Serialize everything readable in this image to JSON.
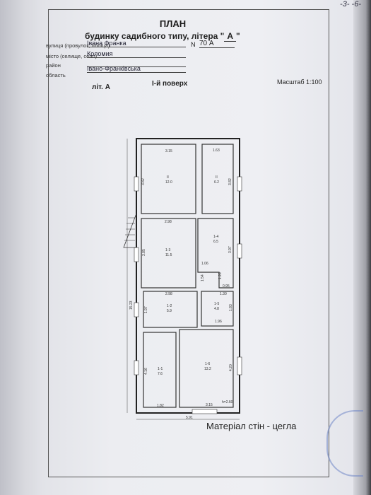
{
  "page_number": "-3- -6-",
  "title": "ПЛАН",
  "subtitle_prefix": "будинку садибного типу, літера \"",
  "subtitle_letter": "А",
  "subtitle_suffix": "\"",
  "address": {
    "street_label": "вулиця (провулок, площа)",
    "street_value": "Івана Франка",
    "city_label": "місто (селище, село)",
    "city_value": "Коломия",
    "district_label": "район",
    "region_label": "область",
    "region_value": "Івано-Франківська",
    "number_label": "N",
    "number_value": "70 А"
  },
  "scale": "Масштаб 1:100",
  "lit_label": "літ. А",
  "floor_label": "І-й поверх",
  "material": "Матеріал стін - цегла",
  "plan": {
    "dims": {
      "top_left_width": "3.15",
      "top_right_width": "1.63",
      "room2_1_height": "3.82",
      "room2_2_height": "3.82",
      "room1_3_width": "2.98",
      "room1_3_height": "3.85",
      "room1_4_height": "3.97",
      "hall_106": "1.06",
      "hall_154": "1.54",
      "hall_129": "1.29",
      "hall_095": "0.95",
      "room1_2_width": "2.98",
      "room1_5_width": "1.30",
      "total_length": "15.23",
      "room1_2_height": "1.97",
      "room1_5_height": "1.83",
      "room1_6_top": "1.96",
      "room1_1_height": "4.16",
      "room1_6_height": "4.20",
      "room1_1_width": "1.82",
      "room1_6_width": "3.15",
      "ceiling": "h=2.60",
      "total_width": "5.91"
    },
    "rooms": [
      {
        "id": "II",
        "area": "12.0"
      },
      {
        "id": "II",
        "area": "6.2"
      },
      {
        "id": "1-3",
        "area": "11.5"
      },
      {
        "id": "1-4",
        "area": "6.5"
      },
      {
        "id": "1-2",
        "area": "5.9"
      },
      {
        "id": "1-5",
        "area": "4.8"
      },
      {
        "id": "1-1",
        "area": "7.6"
      },
      {
        "id": "1-6",
        "area": "13.2"
      }
    ]
  }
}
